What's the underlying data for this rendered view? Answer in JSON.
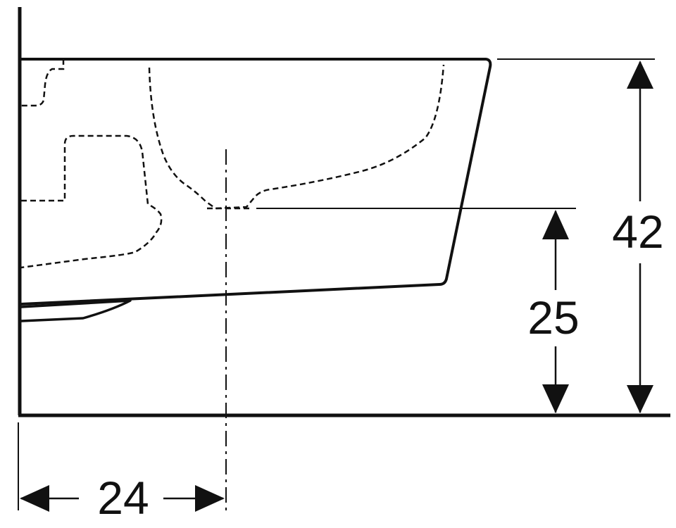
{
  "dimensions": {
    "overall_height": "42",
    "outlet_height": "25",
    "outlet_offset": "24"
  },
  "colors": {
    "line": "#111111",
    "background": "#ffffff"
  }
}
